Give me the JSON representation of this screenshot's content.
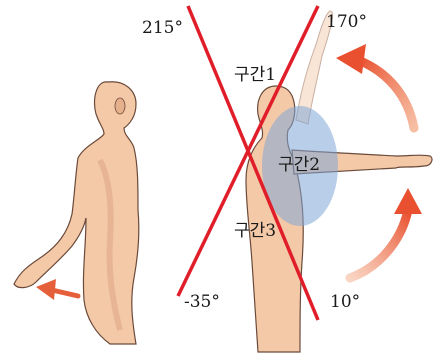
{
  "labels": {
    "angle_215": "215°",
    "angle_170": "170°",
    "angle_neg35": "-35°",
    "angle_10": "10°",
    "section_1": "구간1",
    "section_2": "구간2",
    "section_3": "구간3"
  },
  "colors": {
    "skin": "#f4c9a8",
    "skin_shadow": "#d9a27e",
    "outline": "#6b4a3a",
    "axis_line": "#e01e2a",
    "arrow": "#e5603a",
    "shoulder_zone": "#7fa6d6"
  }
}
